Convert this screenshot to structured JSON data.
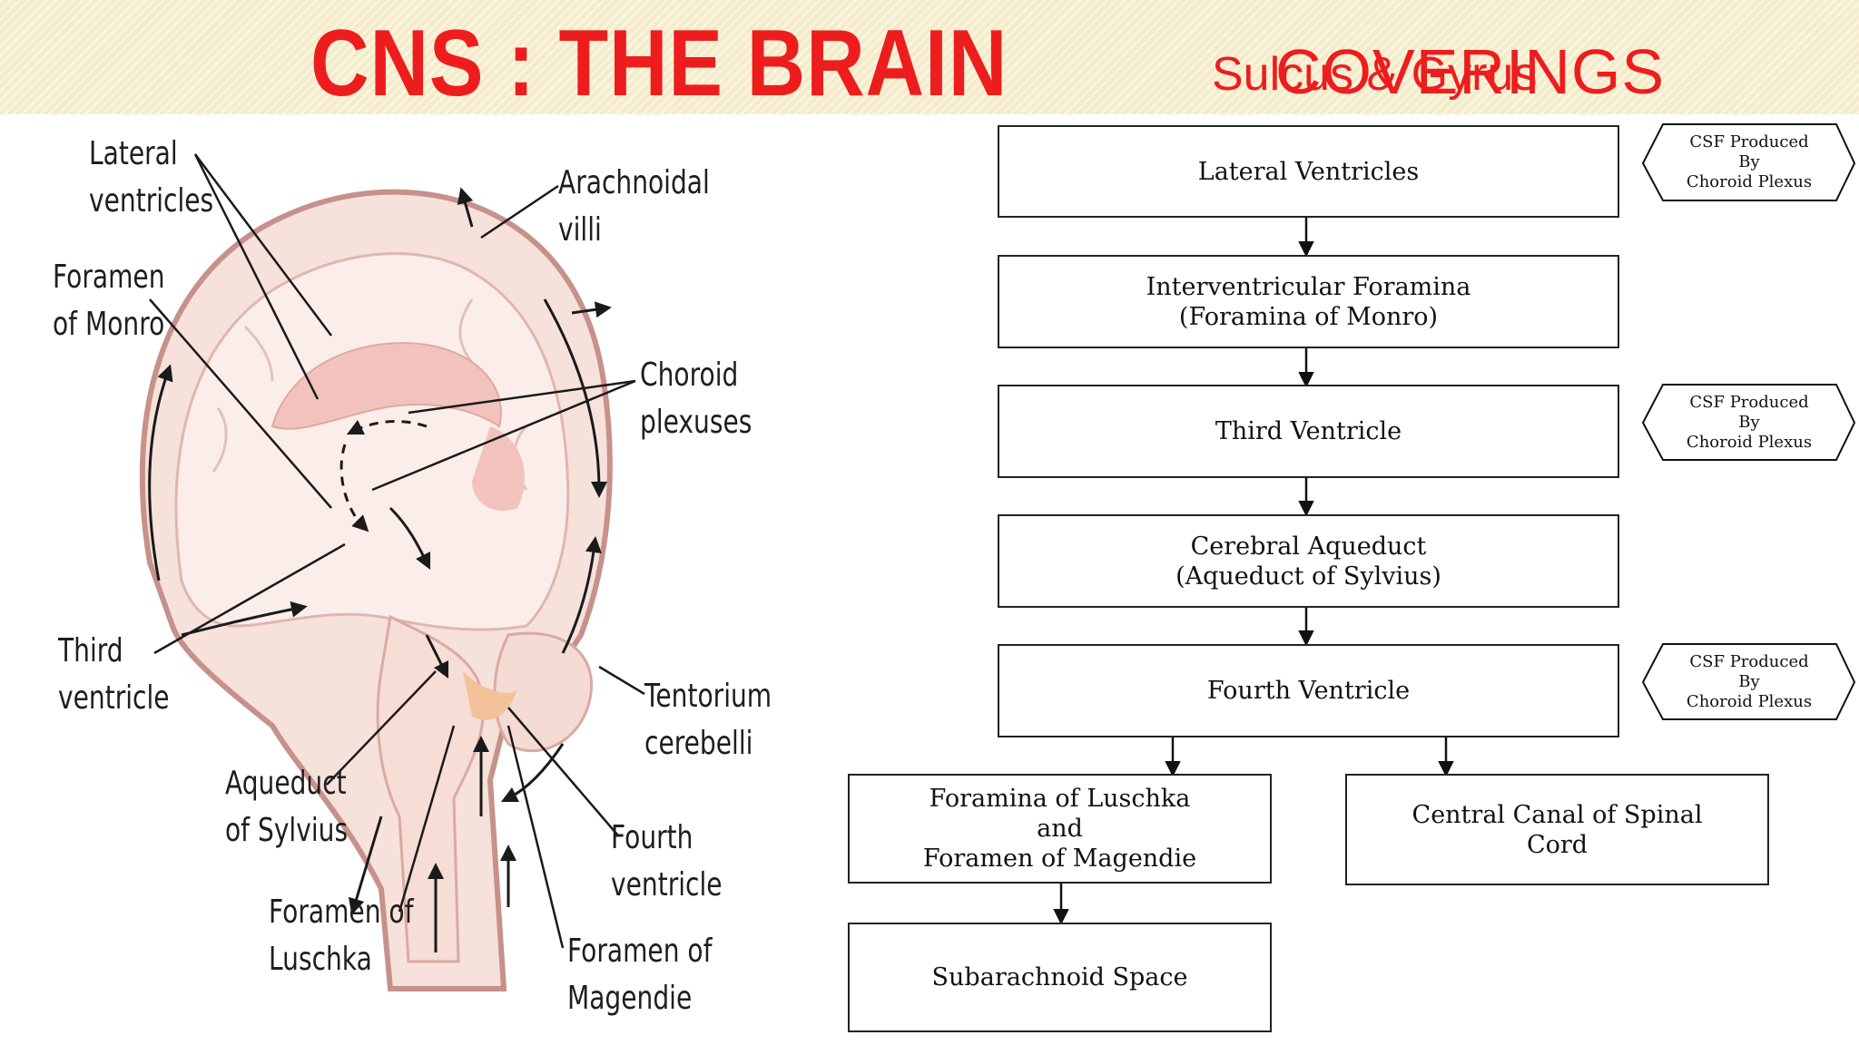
{
  "header": {
    "title": "CNS : THE BRAIN",
    "overlap_text_a": "Sulcus & Gyrus",
    "overlap_text_b": "COVERINGS"
  },
  "anatomy_labels": {
    "lateral_ventricles": "Lateral\nventricles",
    "foramen_monro": "Foramen\nof Monro",
    "arachnoidal_villi": "Arachnoidal\nvilli",
    "choroid_plexuses": "Choroid\nplexuses",
    "third_ventricle": "Third\nventricle",
    "tentorium": "Tentorium\ncerebelli",
    "aqueduct": "Aqueduct\nof Sylvius",
    "fourth_ventricle": "Fourth\nventricle",
    "luschka": "Foramen of\nLuschka",
    "magendie": "Foramen of\nMagendie"
  },
  "flowchart": {
    "lateral": "Lateral Ventricles",
    "interventricular": "Interventricular Foramina\n(Foramina of Monro)",
    "third": "Third Ventricle",
    "aqueduct": "Cerebral Aqueduct\n(Aqueduct of Sylvius)",
    "fourth": "Fourth Ventricle",
    "luschka_magendie": "Foramina of Luschka\nand\nForamen of Magendie",
    "central_canal": "Central Canal of Spinal\nCord",
    "subarachnoid": "Subarachnoid Space",
    "csf_note": "CSF Produced\nBy\nChoroid Plexus"
  }
}
